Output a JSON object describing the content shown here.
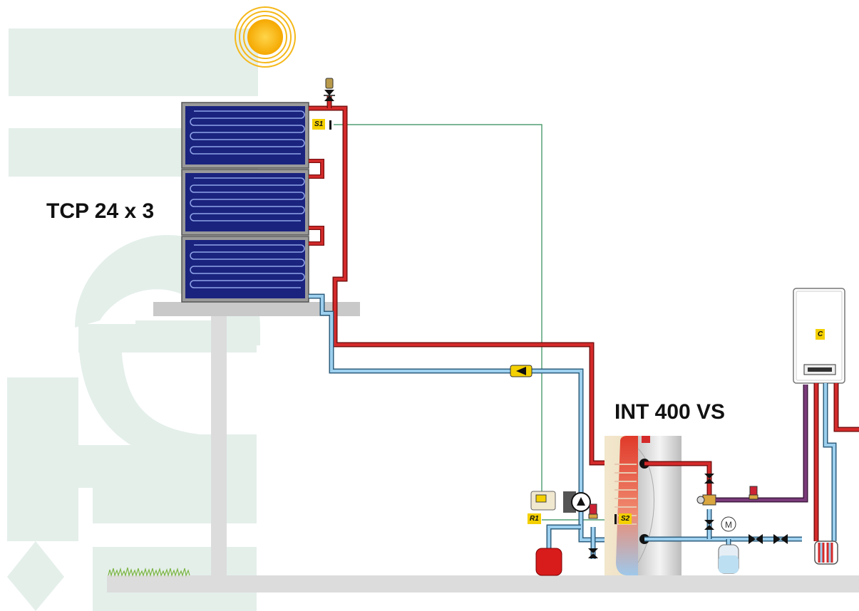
{
  "collector_label": "TCP 24 x 3",
  "tank_label": "INT 400 VS",
  "sensor_tags": {
    "s1": "S1",
    "s2": "S2",
    "r1": "R1",
    "boiler": "C"
  },
  "colors": {
    "hot_pipe": "#d42a2a",
    "cold_pipe": "#5ea9d6",
    "mixed_pipe": "#7a3b7a",
    "sensor_wire": "#2e8b57",
    "collector": "#1a237e",
    "tag": "#f4d000",
    "watermark": "#e4efea",
    "ground": "#dcdcdc"
  }
}
